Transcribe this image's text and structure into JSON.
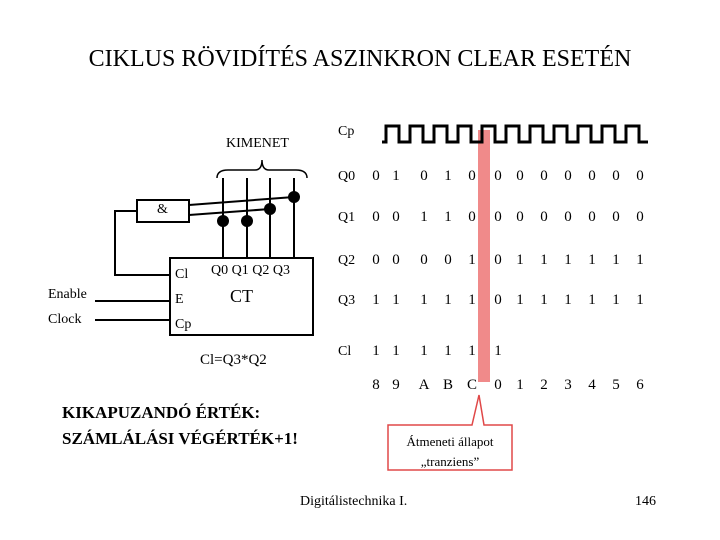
{
  "title": "CIKLUS RÖVIDÍTÉS ASZINKRON CLEAR ESETÉN",
  "counter": {
    "outputs_label": "KIMENET",
    "and_gate_label": "&",
    "clear_pin": "Cl",
    "enable_pin": "E",
    "clock_pin": "Cp",
    "enable_input": "Enable",
    "clock_input": "Clock",
    "output_pins": "Q0 Q1 Q2 Q3",
    "block_name": "CT",
    "clear_equation": "Cl=Q3*Q2"
  },
  "timing": {
    "clock_label": "Cp",
    "rows": [
      {
        "name": "Q0",
        "bits": [
          "0",
          "1",
          "0",
          "1",
          "0",
          "0",
          "0",
          "0",
          "0",
          "0",
          "0",
          "0"
        ]
      },
      {
        "name": "Q1",
        "bits": [
          "0",
          "0",
          "1",
          "1",
          "0",
          "0",
          "0",
          "0",
          "0",
          "0",
          "0",
          "0"
        ]
      },
      {
        "name": "Q2",
        "bits": [
          "0",
          "0",
          "0",
          "0",
          "1",
          "0",
          "1",
          "1",
          "1",
          "1",
          "1",
          "1"
        ]
      },
      {
        "name": "Q3",
        "bits": [
          "1",
          "1",
          "1",
          "1",
          "1",
          "0",
          "1",
          "1",
          "1",
          "1",
          "1",
          "1"
        ]
      },
      {
        "name": "Cl",
        "bits": [
          "1",
          "1",
          "1",
          "1",
          "1",
          "1"
        ]
      }
    ],
    "states": [
      "8",
      "9",
      "A",
      "B",
      "C",
      "0",
      "1",
      "2",
      "3",
      "4",
      "5",
      "6"
    ]
  },
  "note": {
    "line1": "KIKAPUZANDÓ ÉRTÉK:",
    "line2": "SZÁMLÁLÁSI VÉGÉRTÉK+1!"
  },
  "callout": {
    "line1": "Átmeneti állapot",
    "line2": "„tranziens”"
  },
  "footer": {
    "course": "Digitálistechnika I.",
    "page": "146"
  },
  "colors": {
    "highlight": "#f08a8a",
    "callout_fill": "#ffffff"
  }
}
